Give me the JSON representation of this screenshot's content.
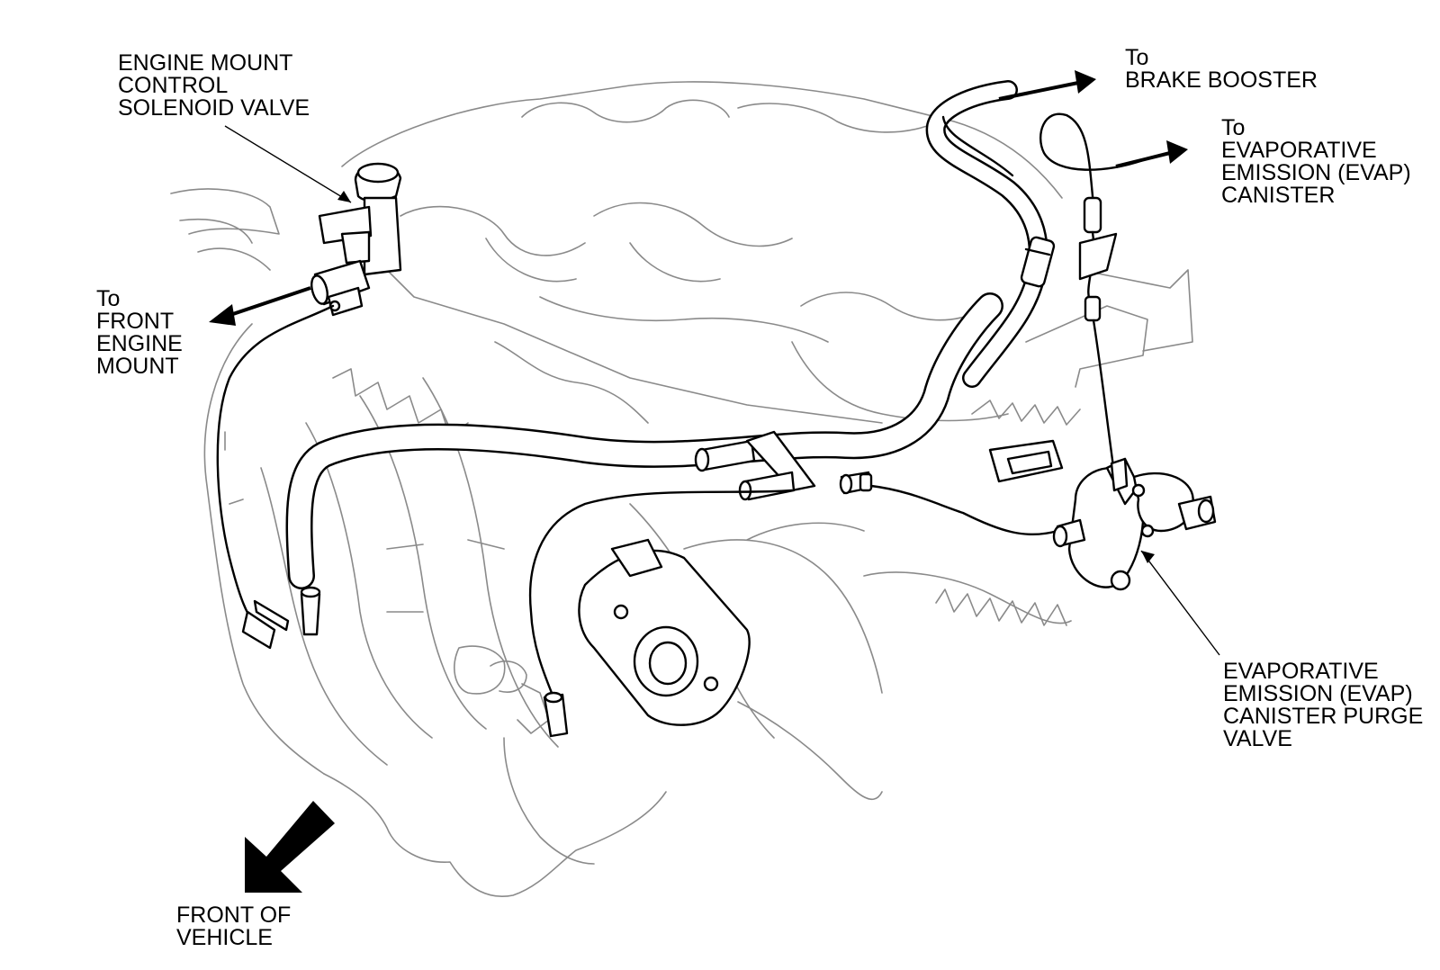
{
  "labels": {
    "engine_mount_solenoid": [
      "ENGINE MOUNT",
      "CONTROL",
      "SOLENOID VALVE"
    ],
    "front_engine_mount": [
      "To",
      "FRONT",
      "ENGINE",
      "MOUNT"
    ],
    "brake_booster": [
      "To",
      "BRAKE BOOSTER"
    ],
    "evap_canister": [
      "To",
      "EVAPORATIVE",
      "EMISSION (EVAP)",
      "CANISTER"
    ],
    "evap_purge_valve": [
      "EVAPORATIVE",
      "EMISSION (EVAP)",
      "CANISTER PURGE",
      "VALVE"
    ],
    "front_of_vehicle": [
      "FRONT OF",
      "VEHICLE"
    ]
  },
  "icons": {
    "direction_arrows": "arrow-icon",
    "front_of_vehicle_arrow": "big-arrow-icon"
  },
  "colors": {
    "line": "#000000",
    "background_engine": "#8a8a8a",
    "paper": "#ffffff"
  }
}
